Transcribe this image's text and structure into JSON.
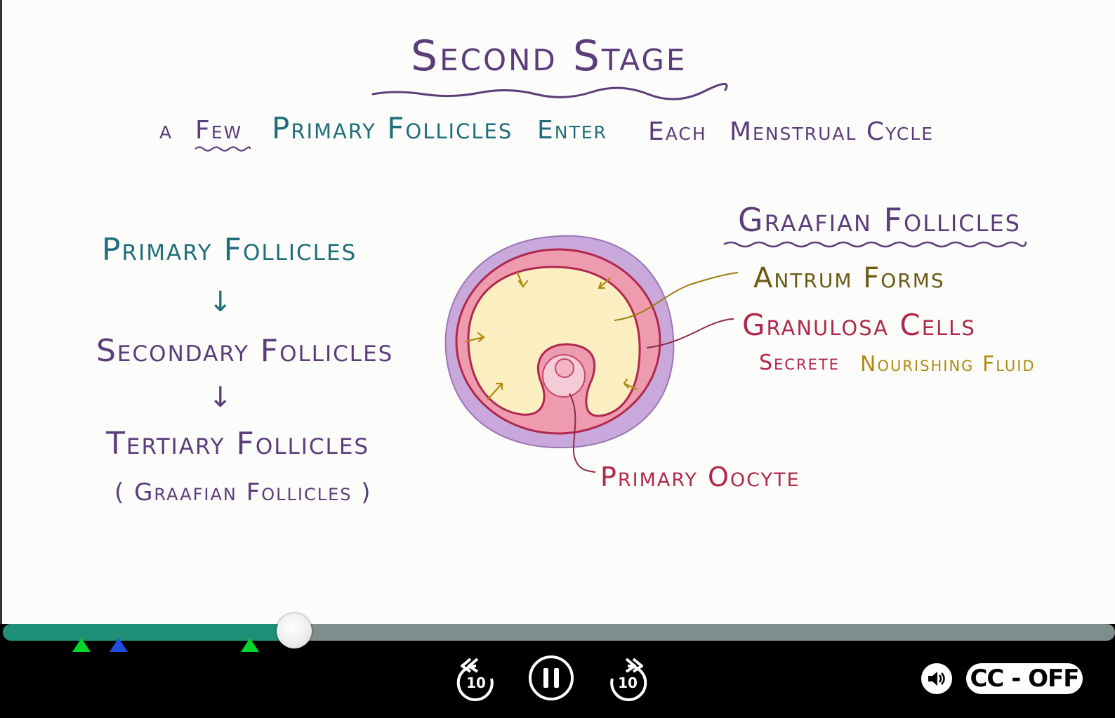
{
  "slide": {
    "title": "Second Stage",
    "subtitle": {
      "w1": "a",
      "w2": "Few",
      "w3": "Primary Follicles",
      "w4": "Enter",
      "w5": "Each",
      "w6": "Menstrual Cycle"
    },
    "flow": {
      "primary": "Primary Follicles",
      "arrow1": "↓",
      "secondary": "Secondary Follicles",
      "arrow2": "↓",
      "tertiary": "Tertiary Follicles",
      "tertiary_note": "( Graafian Follicles )"
    },
    "diagram": {
      "heading": "Graafian Follicles",
      "antrum": "Antrum Forms",
      "granulosa": "Granulosa Cells",
      "secrete_word": "Secrete",
      "secrete_rest": "Nourishing Fluid",
      "oocyte": "Primary Oocyte"
    }
  },
  "player": {
    "progress_fraction": 0.262,
    "markers": [
      {
        "color": "green",
        "fraction": 0.071
      },
      {
        "color": "blue",
        "fraction": 0.104
      },
      {
        "color": "green",
        "fraction": 0.222
      }
    ],
    "rewind_label": "10",
    "forward_label": "10",
    "cc_label": "CC - OFF",
    "icons": [
      "rewind-10-icon",
      "pause-icon",
      "forward-10-icon",
      "volume-icon"
    ]
  }
}
